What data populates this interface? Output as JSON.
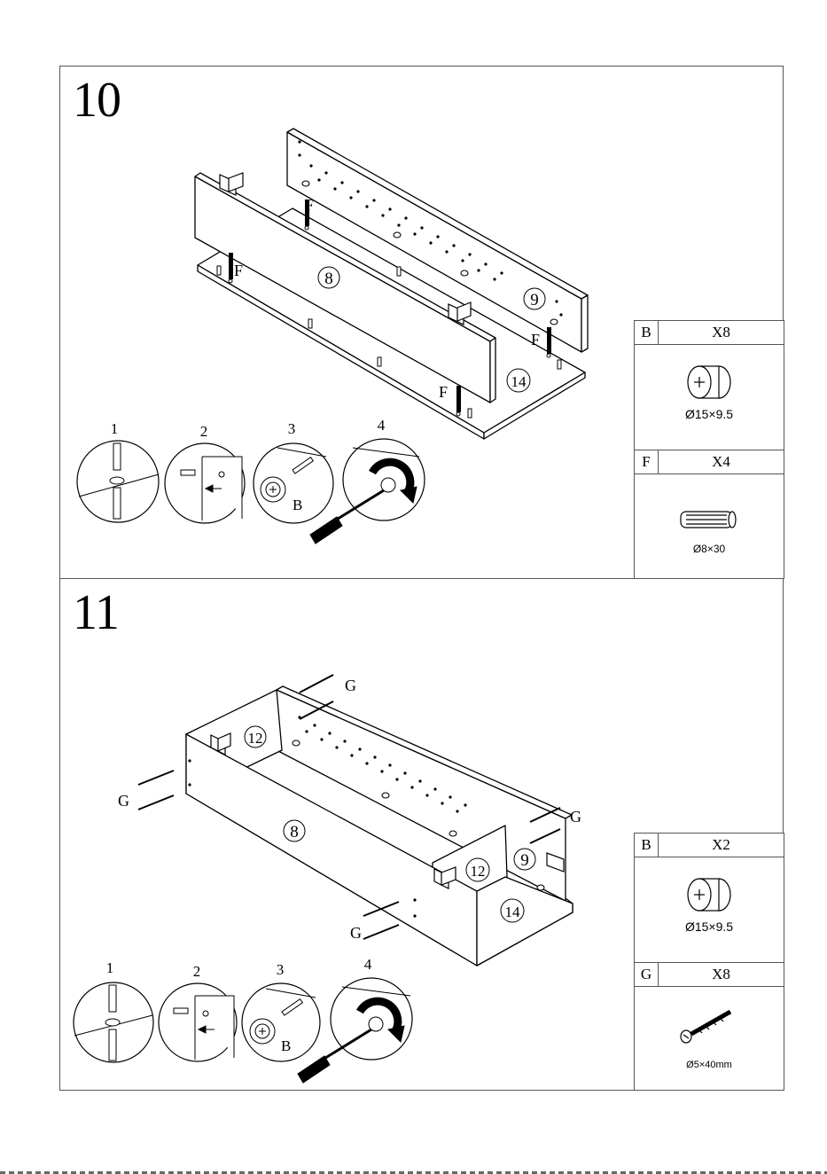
{
  "steps": [
    {
      "number": "10",
      "part_labels": {
        "p8": "8",
        "p9": "9",
        "p14": "14",
        "f": "F"
      },
      "substeps": [
        "1",
        "2",
        "3",
        "4"
      ],
      "substep_part": "B",
      "hardware": [
        {
          "letter": "B",
          "qty": "X8",
          "dim": "Ø15×9.5",
          "icon": "cam-lock-icon"
        },
        {
          "letter": "F",
          "qty": "X4",
          "dim": "Ø8×30",
          "icon": "wood-dowel-icon"
        }
      ]
    },
    {
      "number": "11",
      "part_labels": {
        "p8": "8",
        "p9": "9",
        "p12": "12",
        "p14": "14",
        "g": "G"
      },
      "substeps": [
        "1",
        "2",
        "3",
        "4"
      ],
      "substep_part": "B",
      "hardware": [
        {
          "letter": "B",
          "qty": "X2",
          "dim": "Ø15×9.5",
          "icon": "cam-lock-icon"
        },
        {
          "letter": "G",
          "qty": "X8",
          "dim": "Ø5×40mm",
          "icon": "screw-icon"
        }
      ]
    }
  ]
}
